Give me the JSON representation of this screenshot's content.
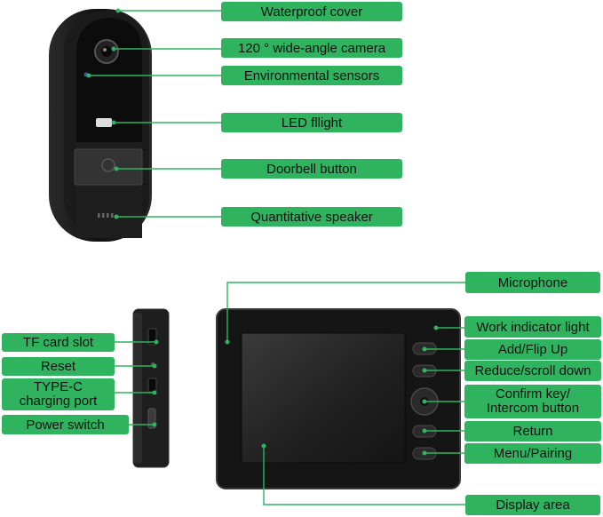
{
  "doorbell_labels": {
    "waterproof_cover": "Waterproof cover",
    "camera": "120 ° wide-angle camera",
    "sensors": "Environmental sensors",
    "led": "LED fllight",
    "doorbell_button": "Doorbell button",
    "speaker": "Quantitative speaker"
  },
  "monitor_labels": {
    "microphone": "Microphone",
    "indicator": "Work indicator light",
    "add": "Add/Flip Up",
    "reduce": "Reduce/scroll down",
    "confirm_line1": "Confirm key/",
    "confirm_line2": "Intercom button",
    "return": "Return",
    "menu": "Menu/Pairing",
    "display": "Display area"
  },
  "side_labels": {
    "tf_card": "TF card slot",
    "reset": "Reset",
    "typec_line1": "TYPE-C",
    "typec_line2": "charging port",
    "power": "Power switch"
  },
  "colors": {
    "label_green": "#2fb35f",
    "device_black": "#1a1a1a"
  }
}
